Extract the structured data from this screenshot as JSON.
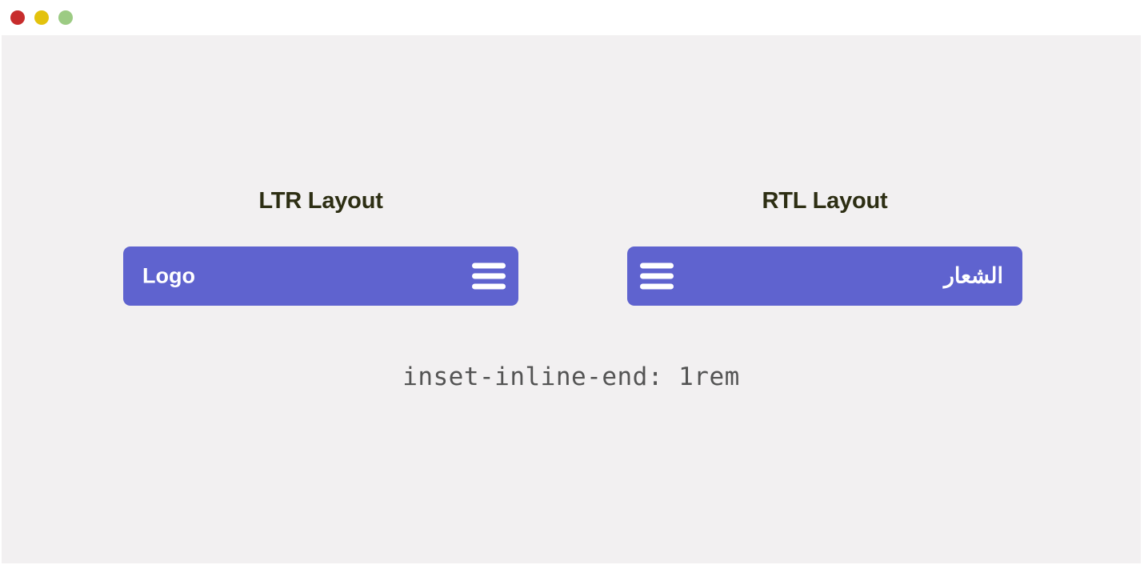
{
  "window": {
    "controls": [
      {
        "name": "close",
        "color": "#c72c2c"
      },
      {
        "name": "minimize",
        "color": "#e3c20d"
      },
      {
        "name": "maximize",
        "color": "#9ccb83"
      }
    ]
  },
  "theme": {
    "page_background": "#f2f0f1",
    "titlebar_background": "#ffffff",
    "navbar_accent": "#5f63cf",
    "heading_color": "#2d2e13",
    "caption_color": "#545454",
    "navbar_text_color": "#ffffff"
  },
  "panels": [
    {
      "id": "ltr",
      "direction": "ltr",
      "title": "LTR Layout",
      "navbar": {
        "brand": "Logo",
        "menu_icon": "hamburger-menu-icon",
        "bar_count": 3
      }
    },
    {
      "id": "rtl",
      "direction": "rtl",
      "title": "RTL Layout",
      "navbar": {
        "brand": "الشعار",
        "menu_icon": "hamburger-menu-icon",
        "bar_count": 3
      }
    }
  ],
  "caption": {
    "text": "inset-inline-end: 1rem"
  }
}
